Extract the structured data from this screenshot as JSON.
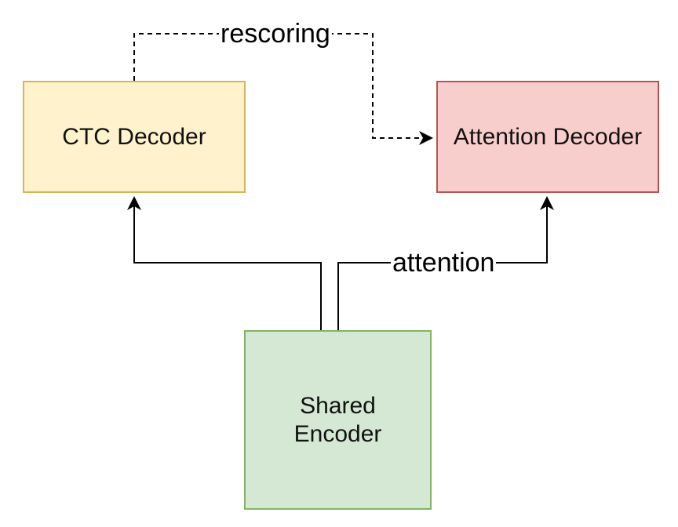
{
  "colors": {
    "ctc_fill": "#fff2cc",
    "ctc_border": "#d6b656",
    "attention_fill": "#f8cecc",
    "attention_border": "#b85450",
    "encoder_fill": "#d5e8d4",
    "encoder_border": "#82b366",
    "edge": "#000000"
  },
  "nodes": {
    "ctc_decoder": {
      "label": "CTC Decoder"
    },
    "attention_decoder": {
      "label": "Attention Decoder"
    },
    "shared_encoder": {
      "label_line1": "Shared",
      "label_line2": "Encoder"
    }
  },
  "edges": {
    "rescoring": {
      "label": "rescoring",
      "style": "dashed"
    },
    "attention": {
      "label": "attention",
      "style": "solid"
    },
    "encoder_to_ctc": {
      "label": "",
      "style": "solid"
    }
  }
}
